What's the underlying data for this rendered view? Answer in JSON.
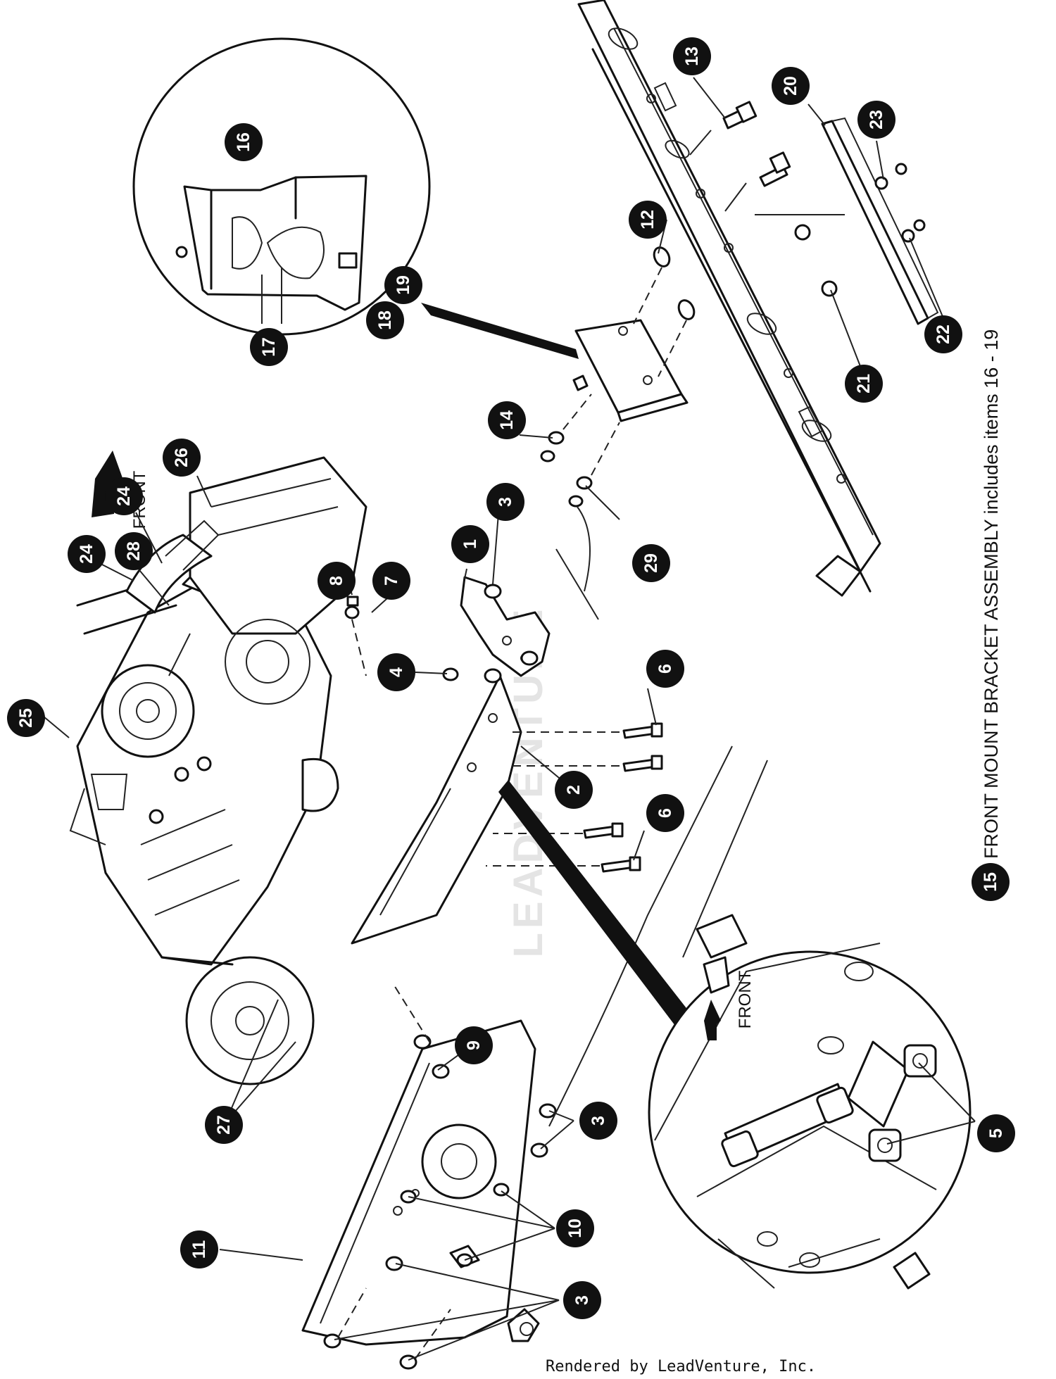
{
  "callouts": {
    "c1": "1",
    "c2": "2",
    "c3a": "3",
    "c3b": "3",
    "c3c": "3",
    "c4": "4",
    "c5": "5",
    "c6a": "6",
    "c6b": "6",
    "c7": "7",
    "c8": "8",
    "c9": "9",
    "c10": "10",
    "c11": "11",
    "c12": "12",
    "c13": "13",
    "c14": "14",
    "c15": "15",
    "c16": "16",
    "c17": "17",
    "c18": "18",
    "c19": "19",
    "c20": "20",
    "c21": "21",
    "c22": "22",
    "c23": "23",
    "c24a": "24",
    "c24b": "24",
    "c25": "25",
    "c26": "26",
    "c27": "27",
    "c28": "28",
    "c29": "29"
  },
  "labels": {
    "front_top": "FRONT",
    "front_inset": "FRONT",
    "assembly_note": "FRONT MOUNT BRACKET ASSEMBLY includes items 16 - 19",
    "credit": "Rendered by LeadVenture, Inc.",
    "watermark": "LEADVENTURE"
  }
}
